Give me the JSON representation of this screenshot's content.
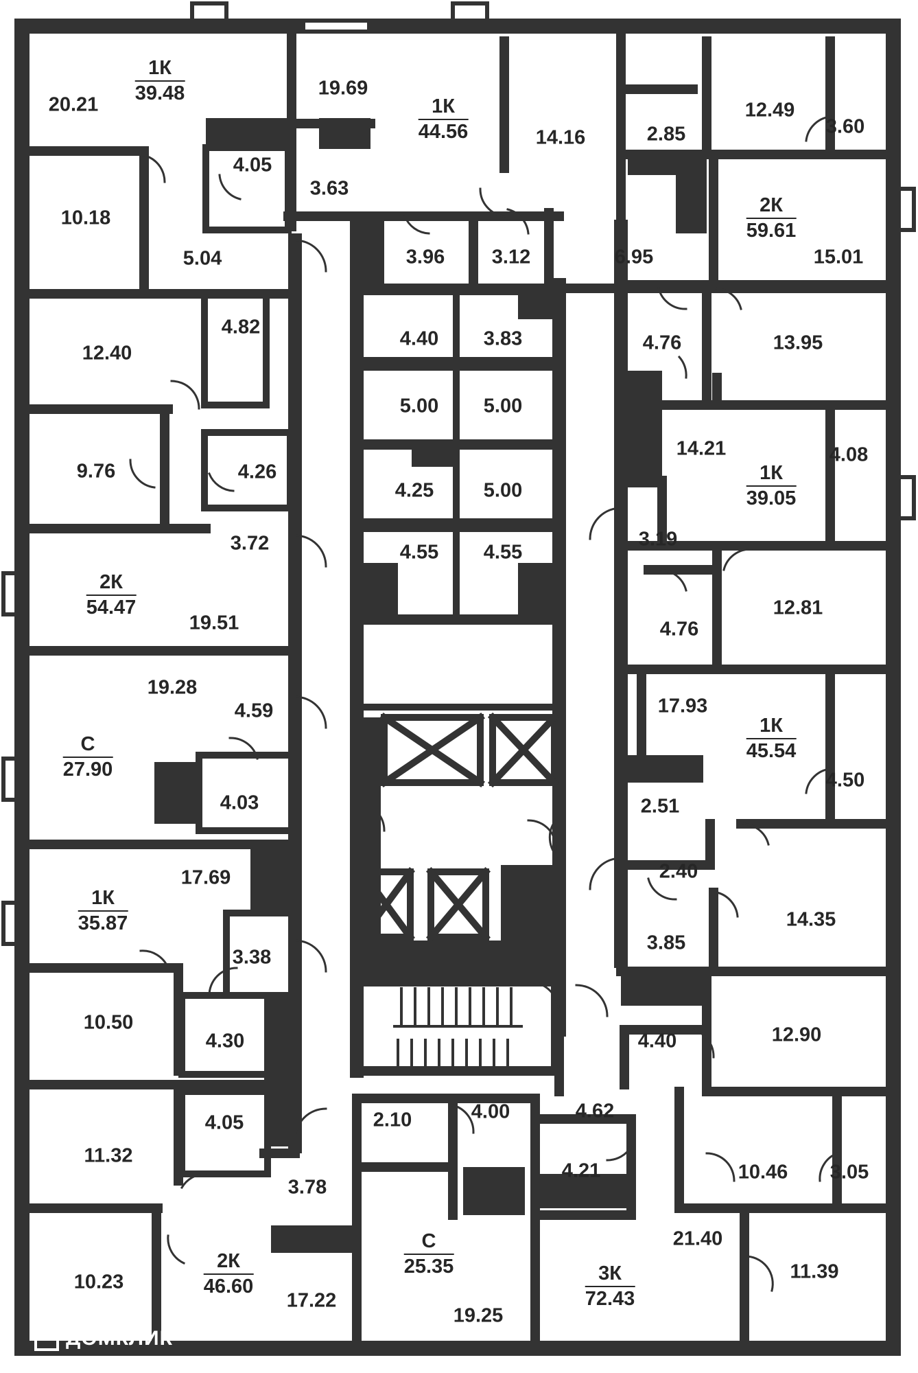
{
  "plan": {
    "wall_color": "#333333",
    "background": "#ffffff",
    "watermark_text": "ДОМКЛИК",
    "apartments": [
      {
        "id": "a1",
        "type": "1К",
        "area": "39.48"
      },
      {
        "id": "a2",
        "type": "1К",
        "area": "44.56"
      },
      {
        "id": "a3",
        "type": "2К",
        "area": "59.61"
      },
      {
        "id": "a4",
        "type": "2К",
        "area": "54.47"
      },
      {
        "id": "a5",
        "type": "1К",
        "area": "39.05"
      },
      {
        "id": "a6",
        "type": "С",
        "area": "27.90"
      },
      {
        "id": "a7",
        "type": "1К",
        "area": "45.54"
      },
      {
        "id": "a8",
        "type": "1К",
        "area": "35.87"
      },
      {
        "id": "a9",
        "type": "2К",
        "area": "46.60"
      },
      {
        "id": "a10",
        "type": "С",
        "area": "25.35"
      },
      {
        "id": "a11",
        "type": "3К",
        "area": "72.43"
      }
    ],
    "rooms": [
      "20.21",
      "10.18",
      "4.05",
      "5.04",
      "19.69",
      "3.63",
      "14.16",
      "3.96",
      "3.12",
      "2.85",
      "12.49",
      "3.60",
      "6.95",
      "15.01",
      "12.40",
      "4.82",
      "9.76",
      "4.26",
      "3.72",
      "19.51",
      "4.40",
      "3.83",
      "5.00",
      "5.00",
      "4.25",
      "5.00",
      "4.55",
      "4.55",
      "4.76",
      "13.95",
      "14.21",
      "4.08",
      "3.19",
      "12.81",
      "4.76",
      "19.28",
      "4.59",
      "4.03",
      "17.93",
      "4.50",
      "2.51",
      "2.40",
      "14.35",
      "3.85",
      "17.69",
      "3.38",
      "10.50",
      "4.30",
      "4.40",
      "12.90",
      "11.32",
      "4.05",
      "3.78",
      "2.10",
      "4.00",
      "4.62",
      "4.21",
      "10.46",
      "3.05",
      "21.40",
      "10.23",
      "17.22",
      "19.25",
      "11.39"
    ]
  }
}
